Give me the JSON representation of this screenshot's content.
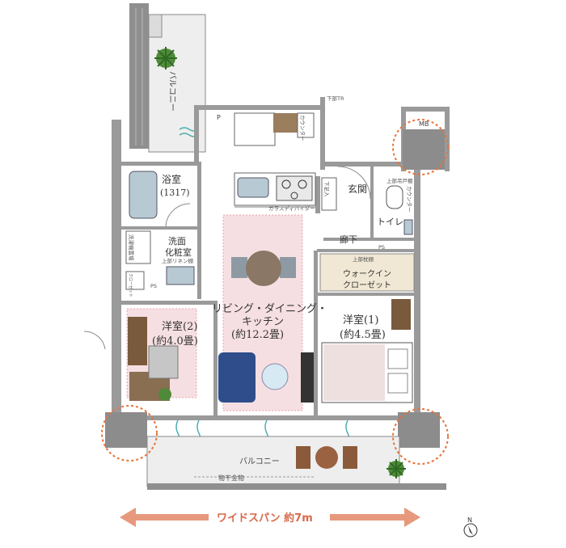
{
  "labels": {
    "balcony_top": "バルコニー",
    "balcony_bottom": "バルコニー",
    "bath": "浴室",
    "bath_size": "(1317)",
    "washroom_line1": "洗面",
    "washroom_line2": "化粧室",
    "entrance": "玄関",
    "toilet": "トイレ",
    "hallway": "廊下",
    "ldk_line1": "リビング・ダイニング・",
    "ldk_line2": "キッチン",
    "ldk_size": "(約12.2畳)",
    "room2_name": "洋室(2)",
    "room2_size": "(約4.0畳)",
    "room1_name": "洋室(1)",
    "room1_size": "(約4.5畳)",
    "walkin_line1": "ウォークイン",
    "walkin_line2": "クローゼット",
    "mb": "MB",
    "ps1": "PS",
    "ps2": "PS",
    "p": "P",
    "drying_rack": "物干金物",
    "glass_partition": "ガラスディバイダー",
    "under_tr": "下部TR",
    "counter_toilet": "カウンター",
    "counter_kitchen": "カウンター",
    "upper_shelf_toilet": "上部吊戸棚",
    "upper_shelf_wic": "上部枕棚",
    "upper_shelf_wash": "上部リネン棚",
    "shoe_box": "下足入",
    "laundry": "洗濯機置場",
    "closet": "クローゼット",
    "wide_span": "ワイドスパン 約7m",
    "north": "N"
  },
  "colors": {
    "wall": "#9a9a9a",
    "room_highlight": "#f6dfe2",
    "accent_orange": "#e8733a",
    "span_arrow": "#e6997d",
    "wood": "#7a5a3c",
    "blue_sofa": "#2f4d8a"
  }
}
